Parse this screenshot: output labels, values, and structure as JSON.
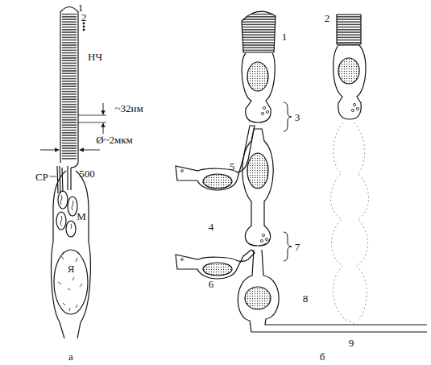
{
  "diagram": {
    "labels": [
      "1",
      "2",
      "НЧ",
      "~32нм",
      "Ø~2мкм",
      "СР",
      "500",
      "М",
      "Я",
      "а",
      "1",
      "2",
      "3",
      "4",
      "5",
      "6",
      "7",
      "8",
      "9",
      "б"
    ]
  }
}
